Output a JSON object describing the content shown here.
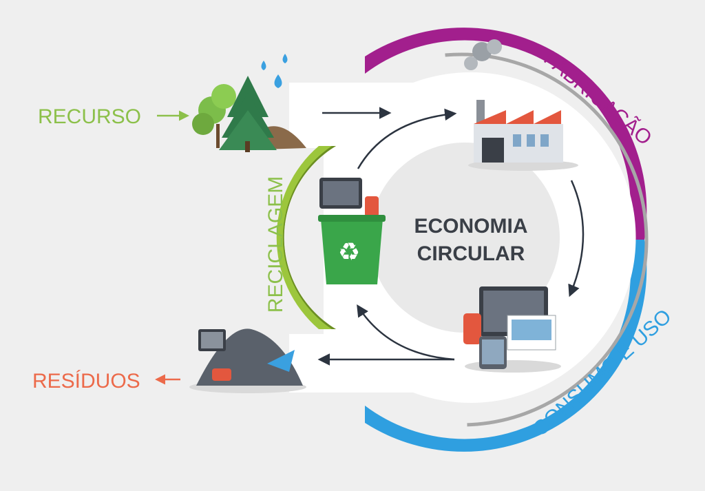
{
  "labels": {
    "resource": "RECURSO",
    "waste": "RESÍDUOS",
    "recycling": "RECICLAGEM",
    "manufacturing": "FABRICAÇÃO",
    "consumption": "CONSUMO E USO",
    "center_line1": "ECONOMIA",
    "center_line2": "CIRCULAR"
  },
  "colors": {
    "background": "#efefef",
    "resource": "#8cc04a",
    "waste": "#ec6a4a",
    "recycling": "#9cc63c",
    "recycling_dark": "#6b8e23",
    "manufacturing": "#a21f8d",
    "consumption": "#2f9fe0",
    "ring_gray": "#a7a7a7",
    "center_text": "#3a3f47",
    "arrow": "#2c3440"
  },
  "icons": [
    "tree-icon",
    "water-drop-icon",
    "factory-icon",
    "smoke-icon",
    "devices-icon",
    "recycle-bin-icon",
    "waste-pile-icon",
    "arrow-icon"
  ]
}
